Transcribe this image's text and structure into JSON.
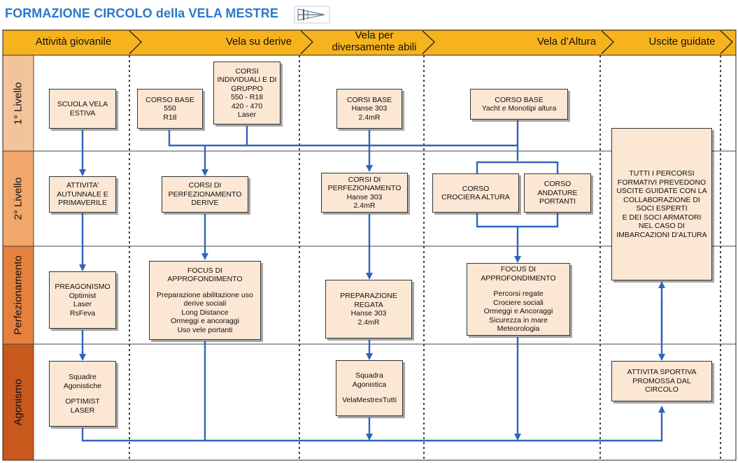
{
  "title": "FORMAZIONE CIRCOLO della VELA MESTRE",
  "columns": [
    "Attività giovanile",
    "Vela su derive",
    "Vela per diversamente abili",
    "Vela d’Altura",
    "Uscite guidate"
  ],
  "rows": [
    "1° Livello",
    "2° Livello",
    "Perfezionamento",
    "Agonismo"
  ],
  "colors": {
    "title": "#2a78c9",
    "header": "#f7b31d",
    "box_fill": "#fbe7d3",
    "arrow": "#2e65b9",
    "row1": "#f3c39a",
    "row2": "#f1a66a",
    "row3": "#e6813d",
    "row4": "#c9581d"
  },
  "boxes": {
    "scuola_vela": [
      "SCUOLA VELA",
      "ESTIVA"
    ],
    "corso_base_derive": [
      "CORSO BASE",
      "550",
      "R18"
    ],
    "corsi_individuali": [
      "CORSI",
      "INDIVIDUALI E DI",
      "GRUPPO",
      "550 - R18",
      "420 - 470",
      "Laser"
    ],
    "corsi_base_hanse": [
      "CORSI BASE",
      "Hanse 303",
      "2.4mR"
    ],
    "corso_base_altura": [
      "CORSO BASE",
      "Yacht e Monotipi altura"
    ],
    "tutti_percorsi": [
      "TUTTI I PERCORSI",
      "FORMATIVI PREVEDONO",
      "USCITE GUIDATE CON LA",
      "COLLABORAZIONE DI",
      "SOCI ESPERTI",
      "E DEI SOCI ARMATORI",
      "NEL CASO DI",
      "IMBARCAZIONI D’ALTURA"
    ],
    "attivita_autunnale": [
      "ATTIVITA’",
      "AUTUNNALE E",
      "PRIMAVERILE"
    ],
    "corsi_perf_derive": [
      "CORSI DI",
      "PERFEZIONAMENTO",
      "DERIVE"
    ],
    "corsi_perf_hanse": [
      "CORSI DI",
      "PERFEZIONAMENTO",
      "Hanse 303",
      "2.4mR"
    ],
    "corso_crociera": [
      "CORSO",
      "CROCIERA ALTURA"
    ],
    "corso_andature": [
      "CORSO",
      "ANDATURE",
      "PORTANTI"
    ],
    "preagonismo": [
      "PREAGONISMO",
      "Optimist",
      "Laser",
      "RsFeva"
    ],
    "focus_derive_title": [
      "FOCUS DI",
      "APPROFONDIMENTO"
    ],
    "focus_derive_items": [
      "Preparazione abilitazione uso",
      "derive sociali",
      "Long Distance",
      "Ormeggi e ancoraggi",
      "Uso vele portanti"
    ],
    "preparazione_regata": [
      "PREPARAZIONE",
      "REGATA",
      "Hanse 303",
      "2.4mR"
    ],
    "focus_altura_title": [
      "FOCUS DI",
      "APPROFONDIMENTO"
    ],
    "focus_altura_items": [
      "Percorsi  regate",
      "Crociere sociali",
      "Ormeggi e Ancoraggi",
      "Sicurezza in mare",
      "Meteorologia"
    ],
    "squadre_agonistiche": [
      "Squadre",
      "Agonistiche"
    ],
    "squadre_agonistiche_2": [
      "OPTIMIST",
      "LASER"
    ],
    "squadra_agonistica": [
      "Squadra",
      "Agonistica"
    ],
    "squadra_agonistica_2": [
      "VelaMestrexTutti"
    ],
    "attivita_sportiva": [
      "ATTIVITA SPORTIVA",
      "PROMOSSA DAL",
      "CIRCOLO"
    ]
  }
}
